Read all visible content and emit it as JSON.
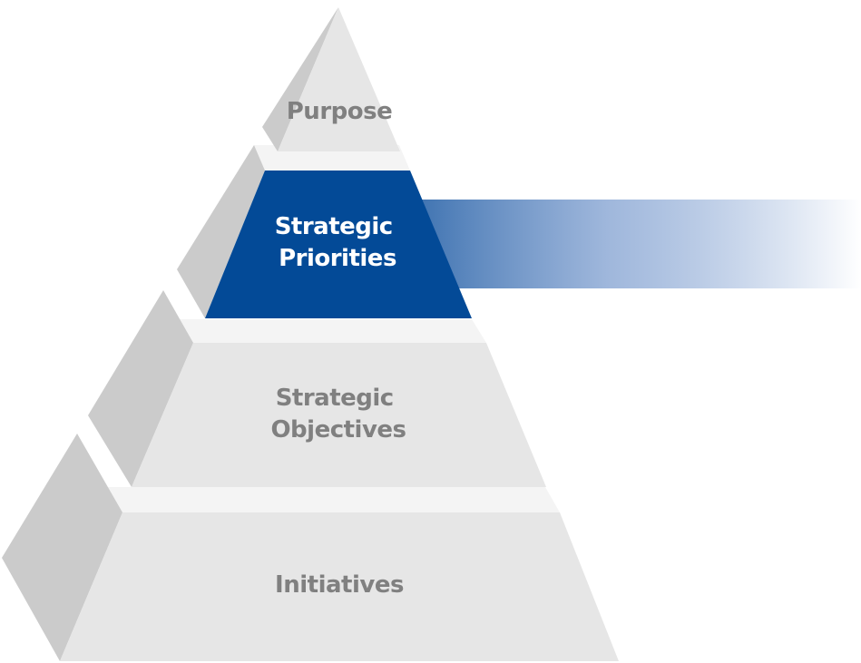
{
  "diagram": {
    "type": "pyramid",
    "tiers": [
      {
        "id": "purpose",
        "lines": [
          "Purpose"
        ],
        "highlighted": false
      },
      {
        "id": "strategic-priorities",
        "lines": [
          "Strategic",
          "Priorities"
        ],
        "highlighted": true
      },
      {
        "id": "strategic-objectives",
        "lines": [
          "Strategic",
          "Objectives"
        ],
        "highlighted": false
      },
      {
        "id": "initiatives",
        "lines": [
          "Initiatives"
        ],
        "highlighted": false
      }
    ],
    "colors": {
      "tier_face": "#e6e6e6",
      "tier_side": "#cbcbcb",
      "tier_ledge": "#f4f4f4",
      "label_default": "#808080",
      "highlight_face": "#034a97",
      "highlight_label": "#ffffff",
      "highlight_band_start": "#2a64a8",
      "highlight_band_end": "#ffffff"
    }
  }
}
